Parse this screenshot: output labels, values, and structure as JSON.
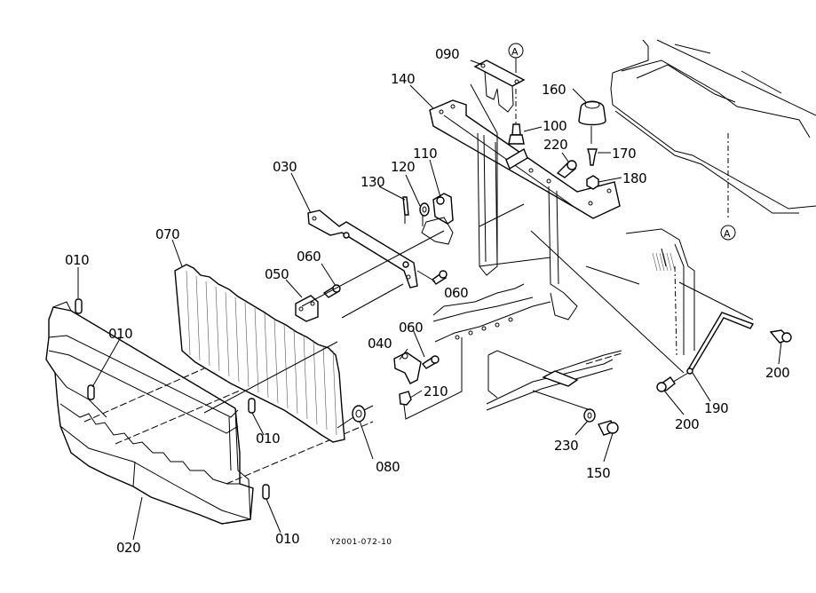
{
  "diagram": {
    "type": "exploded parts diagram",
    "drawing_code": "Y2001-072-10",
    "reference_marker": "A",
    "callouts": [
      {
        "id": "c010a",
        "label": "010"
      },
      {
        "id": "c010b",
        "label": "010"
      },
      {
        "id": "c010c",
        "label": "010"
      },
      {
        "id": "c010d",
        "label": "010"
      },
      {
        "id": "c020",
        "label": "020"
      },
      {
        "id": "c030",
        "label": "030"
      },
      {
        "id": "c040",
        "label": "040"
      },
      {
        "id": "c050",
        "label": "050"
      },
      {
        "id": "c060a",
        "label": "060"
      },
      {
        "id": "c060b",
        "label": "060"
      },
      {
        "id": "c060c",
        "label": "060"
      },
      {
        "id": "c070",
        "label": "070"
      },
      {
        "id": "c080",
        "label": "080"
      },
      {
        "id": "c090",
        "label": "090"
      },
      {
        "id": "c100",
        "label": "100"
      },
      {
        "id": "c110",
        "label": "110"
      },
      {
        "id": "c120",
        "label": "120"
      },
      {
        "id": "c130",
        "label": "130"
      },
      {
        "id": "c140",
        "label": "140"
      },
      {
        "id": "c150",
        "label": "150"
      },
      {
        "id": "c160",
        "label": "160"
      },
      {
        "id": "c170",
        "label": "170"
      },
      {
        "id": "c180",
        "label": "180"
      },
      {
        "id": "c190",
        "label": "190"
      },
      {
        "id": "c200a",
        "label": "200"
      },
      {
        "id": "c200b",
        "label": "200"
      },
      {
        "id": "c210",
        "label": "210"
      },
      {
        "id": "c220",
        "label": "220"
      },
      {
        "id": "c230",
        "label": "230"
      }
    ]
  }
}
